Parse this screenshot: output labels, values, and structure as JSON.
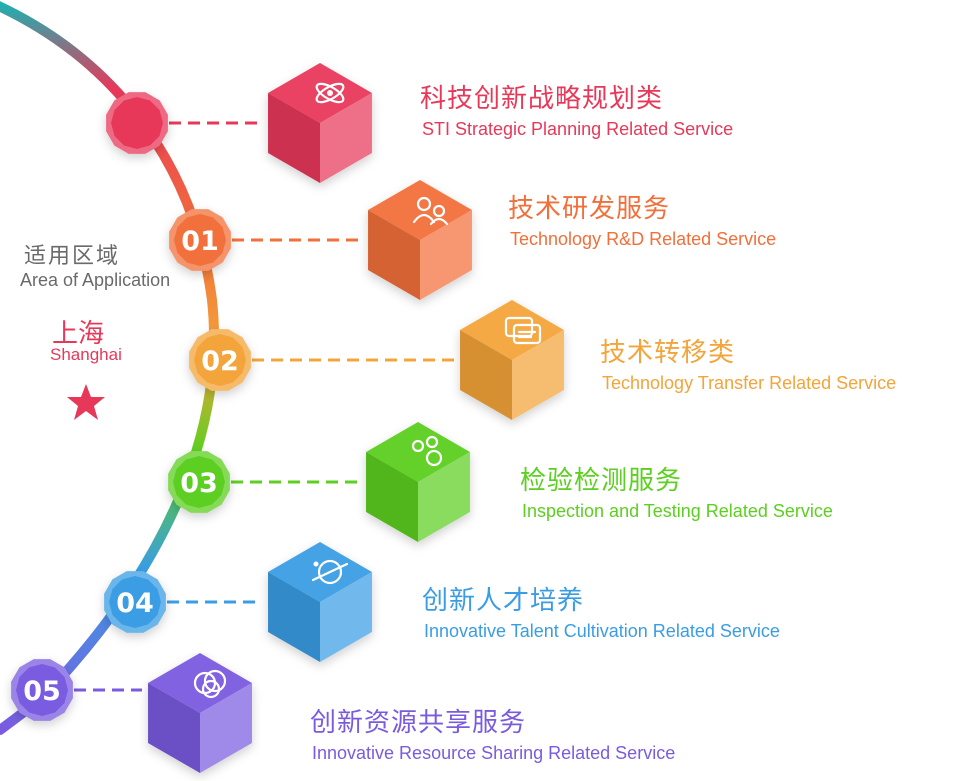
{
  "side": {
    "area_zh": "适用区域",
    "area_en": "Area of Application",
    "city_zh": "上海",
    "city_en": "Shanghai",
    "star_icon": "star-icon",
    "star_color": "#e8385a"
  },
  "items": [
    {
      "num": "",
      "title_zh": "科技创新战略规划类",
      "title_en": "STI Strategic Planning Related Service",
      "color": "#e8385a",
      "icon": "atom-icon"
    },
    {
      "num": "01",
      "title_zh": "技术研发服务",
      "title_en": "Technology R&D Related Service",
      "color": "#f26f3a",
      "icon": "research-people-icon"
    },
    {
      "num": "02",
      "title_zh": "技术转移类",
      "title_en": "Technology Transfer Related Service",
      "color": "#f3a43a",
      "icon": "chat-bubbles-icon"
    },
    {
      "num": "03",
      "title_zh": "检验检测服务",
      "title_en": "Inspection and Testing Related Service",
      "color": "#5ccf20",
      "icon": "connected-circles-icon"
    },
    {
      "num": "04",
      "title_zh": "创新人才培养",
      "title_en": "Innovative Talent Cultivation Related Service",
      "color": "#3a9de4",
      "icon": "orbit-icon"
    },
    {
      "num": "05",
      "title_zh": "创新资源共享服务",
      "title_en": "Innovative Resource Sharing Related Service",
      "color": "#7a5be0",
      "icon": "overlap-circles-icon"
    }
  ]
}
